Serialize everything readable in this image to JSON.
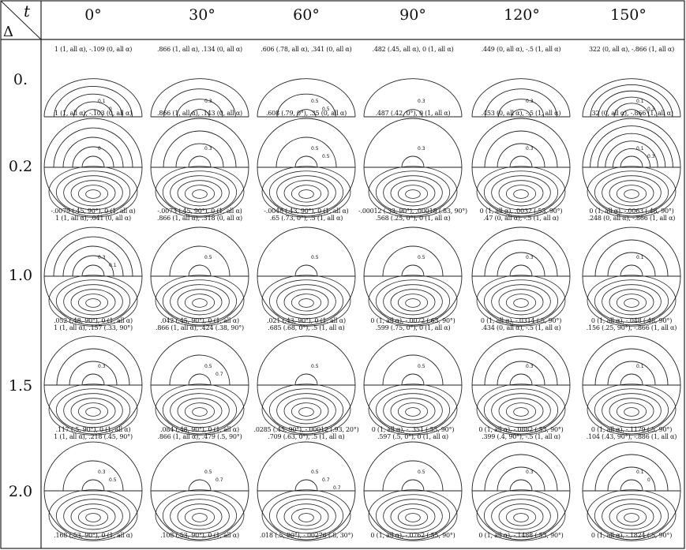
{
  "table": {
    "corner_top": "t",
    "corner_bottom": "Δ",
    "columns": [
      "0°",
      "30°",
      "60°",
      "90°",
      "120°",
      "150°"
    ],
    "rows": [
      "0.",
      "0.2",
      "1.0",
      "1.5",
      "2.0"
    ]
  },
  "captions": [
    [
      "1 (1, all α), -.109 (0, all α)",
      ".866 (1, all α), .134 (0, all α)",
      ".606 (.78, all α), .341 (0, all α)",
      ".482 (.45, all α), 0 (1, all α)",
      ".449 (0, all α), -.5 (1, all α)",
      "322 (0, all α), -.866 (1, all α)"
    ],
    [
      "1 (1, all α), -.103 (0, all α)",
      ".866 (1, all α), .143 (0, all α)",
      ".608 (.79, 0°), .35 (0, all α)",
      ".487 (.42, 0°), 0 (1, all α)",
      ".453 (0, all α), -.5 (1, all α)",
      ".32 (0, all α), -.866 (1, all α)"
    ],
    [
      "-.0079 (.45, 90°), 0 (1, all α)\n1 (1, all α), .041 (0, all α)",
      "-.0073 (.45, 90°), 0 (1, all α)\n.866 (1, all α), .318 (0, all α)",
      "-.0048 (.43, 90°), 0 (1, all α)\n.65 (.73, 0°), .5 (1, all α)",
      "-.00012 (.33, 90°), .00018 (.83, 90°)\n.568 (.25, 0°), 0 (1, all α)",
      "0 (1, all α), .0032 (.53, 90°)\n.47 (0, all α), -.5 (1, all α)",
      "0 (1, all α), -.0063 (.48, 90°)\n.248 (0, all α), -.866 (1, all α)"
    ],
    [
      ".052 (.48, 90°), 0 (1, all α)\n1 (1, all α), .157 (.33, 90°)",
      ".042 (.45, 90°), 0 (1, all α)\n.866 (1, all α), .424 (.38, 90°)",
      ".021 (.43, 90°), 0 (1, all α)\n.685 (.68, 0°), .5 (1, all α)",
      "0 (1, all α), -.0072 (.63, 90°)\n.599 (.75, 0°), 0 (1, all α)",
      "0 (1, all α), -.0314 (.5, 90°)\n.434 (0, all α), -.5 (1, all α)",
      "0 (1, all α), -.048 (.48, 90°)\n.156 (.25, 90°), -.866 (1, all α)"
    ],
    [
      ".117 (.5, 90°), 0 (1, all α)\n1 (1, all α), .218 (.45, 90°)",
      ".084 (.48, 90°), 0 (1, all α)\n.866 (1, all α), .479 (.5, 90°)",
      ".0285 (.45, 90°), -.00012 (.93, 20°)\n.709 (.63, 0°), .5 (1, all α)",
      "0 (1, all α), -. 351 (.55, 90°)\n.597 (.5, 0°), 0 (1, all α)",
      "0 (1, all α), -.0882 (.53, 90°)\n.399 (.4, 90°), -.5 (1, all α)",
      "0 (1, all α), -.1179 (.5, 90°)\n.104 (.43, 90°), -.886 (1, all α)"
    ],
    [
      ".168 (.53, 90°), 0 (1, all α)",
      ".108 (.53, 90°), 0 (1, all α)",
      ".018 (.5, 90°), -.00276 (.8, 30°)",
      "0 (1, all α), -.0762 (.55, 90°)",
      "0 (1, all α), -.1488 (.53, 90°)",
      "0 (1, all α), -.1824 (.5, 90°)"
    ]
  ],
  "contour_labels": [
    [
      [
        "0.1",
        "0"
      ],
      [
        "0.3"
      ],
      [
        "0.5",
        "0.5"
      ],
      [
        "0.3"
      ],
      [
        "0.3"
      ],
      [
        "0.1",
        "0.3"
      ]
    ],
    [
      [
        "0"
      ],
      [
        "0.3"
      ],
      [
        "0.5",
        "0.5"
      ],
      [
        "0.3"
      ],
      [
        "0.3"
      ],
      [
        "0.1",
        "0.3"
      ]
    ],
    [
      [
        "0.3",
        "0.1"
      ],
      [
        "0.5"
      ],
      [
        "0.5"
      ],
      [
        "0.5"
      ],
      [
        "0.3"
      ],
      [
        "0.1"
      ]
    ],
    [
      [
        "0.3"
      ],
      [
        "0.5",
        "0.7"
      ],
      [
        "0.5"
      ],
      [
        "0.5"
      ],
      [
        "0.3"
      ],
      [
        "0.1"
      ]
    ],
    [
      [
        "0.3",
        "0.5"
      ],
      [
        "0.5",
        "0.7"
      ],
      [
        "0.5",
        "0.7",
        "0.7"
      ],
      [
        "0.5"
      ],
      [
        "0.3"
      ],
      [
        "0.1",
        "0"
      ]
    ]
  ]
}
